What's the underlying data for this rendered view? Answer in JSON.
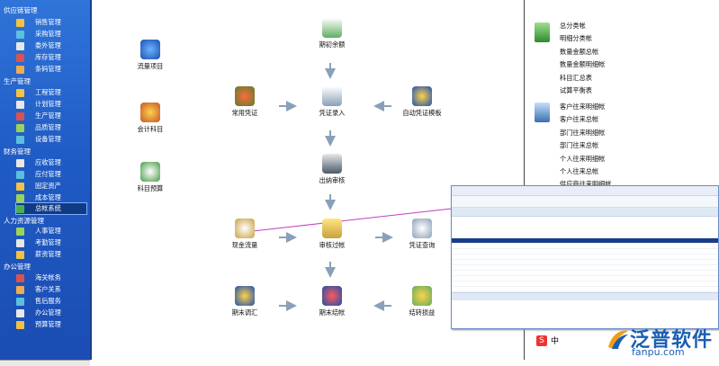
{
  "sidebar": {
    "sections": [
      {
        "title": "供应链管理",
        "items": [
          "销售管理",
          "采购管理",
          "委外管理",
          "库存管理",
          "条码管理"
        ]
      },
      {
        "title": "生产管理",
        "items": [
          "工程管理",
          "计划管理",
          "生产管理",
          "品质管理",
          "设备管理"
        ]
      },
      {
        "title": "财务管理",
        "items": [
          "应收管理",
          "应付管理",
          "固定资产",
          "成本管理",
          "总帐系统"
        ]
      },
      {
        "title": "人力资源管理",
        "items": [
          "人事管理",
          "考勤管理",
          "薪资管理"
        ]
      },
      {
        "title": "办公管理",
        "items": [
          "海关帐务",
          "客户关系",
          "售后服务",
          "办公管理",
          "预算管理"
        ]
      }
    ],
    "selected": "总帐系统"
  },
  "flow": {
    "left_nodes": [
      "流量项目",
      "会计科目",
      "科目预算"
    ],
    "nodes": {
      "qichu": "期初余额",
      "changyong": "常用凭证",
      "luru": "凭证录入",
      "zidong": "自动凭证模板",
      "chuna": "出纳审核",
      "xianjin": "现金流量",
      "shenhe": "审核过帐",
      "chaxun": "凭证查询",
      "tiaohui": "期末调汇",
      "jiezhang": "期末结帐",
      "jiezhuan": "结转损益"
    }
  },
  "reports": {
    "group1": [
      "总分类帐",
      "明细分类帐",
      "数量金额总帐",
      "数量金额明细帐",
      "科目汇总表",
      "试算平衡表"
    ],
    "group2": [
      "客户往来明细帐",
      "客户往来总帐",
      "部门往来明细帐",
      "部门往来总帐",
      "个人往来明细帐",
      "个人往来总帐",
      "供应商往来明细帐"
    ]
  },
  "brand": {
    "name": "泛普软件",
    "url": "fanpu.com"
  },
  "ime": {
    "label": "中"
  },
  "colors": {
    "sidebar": "#2466cf",
    "accent": "#1a5fb4",
    "arrow": "#8aa0b8",
    "pink_line": "#c040c0"
  }
}
